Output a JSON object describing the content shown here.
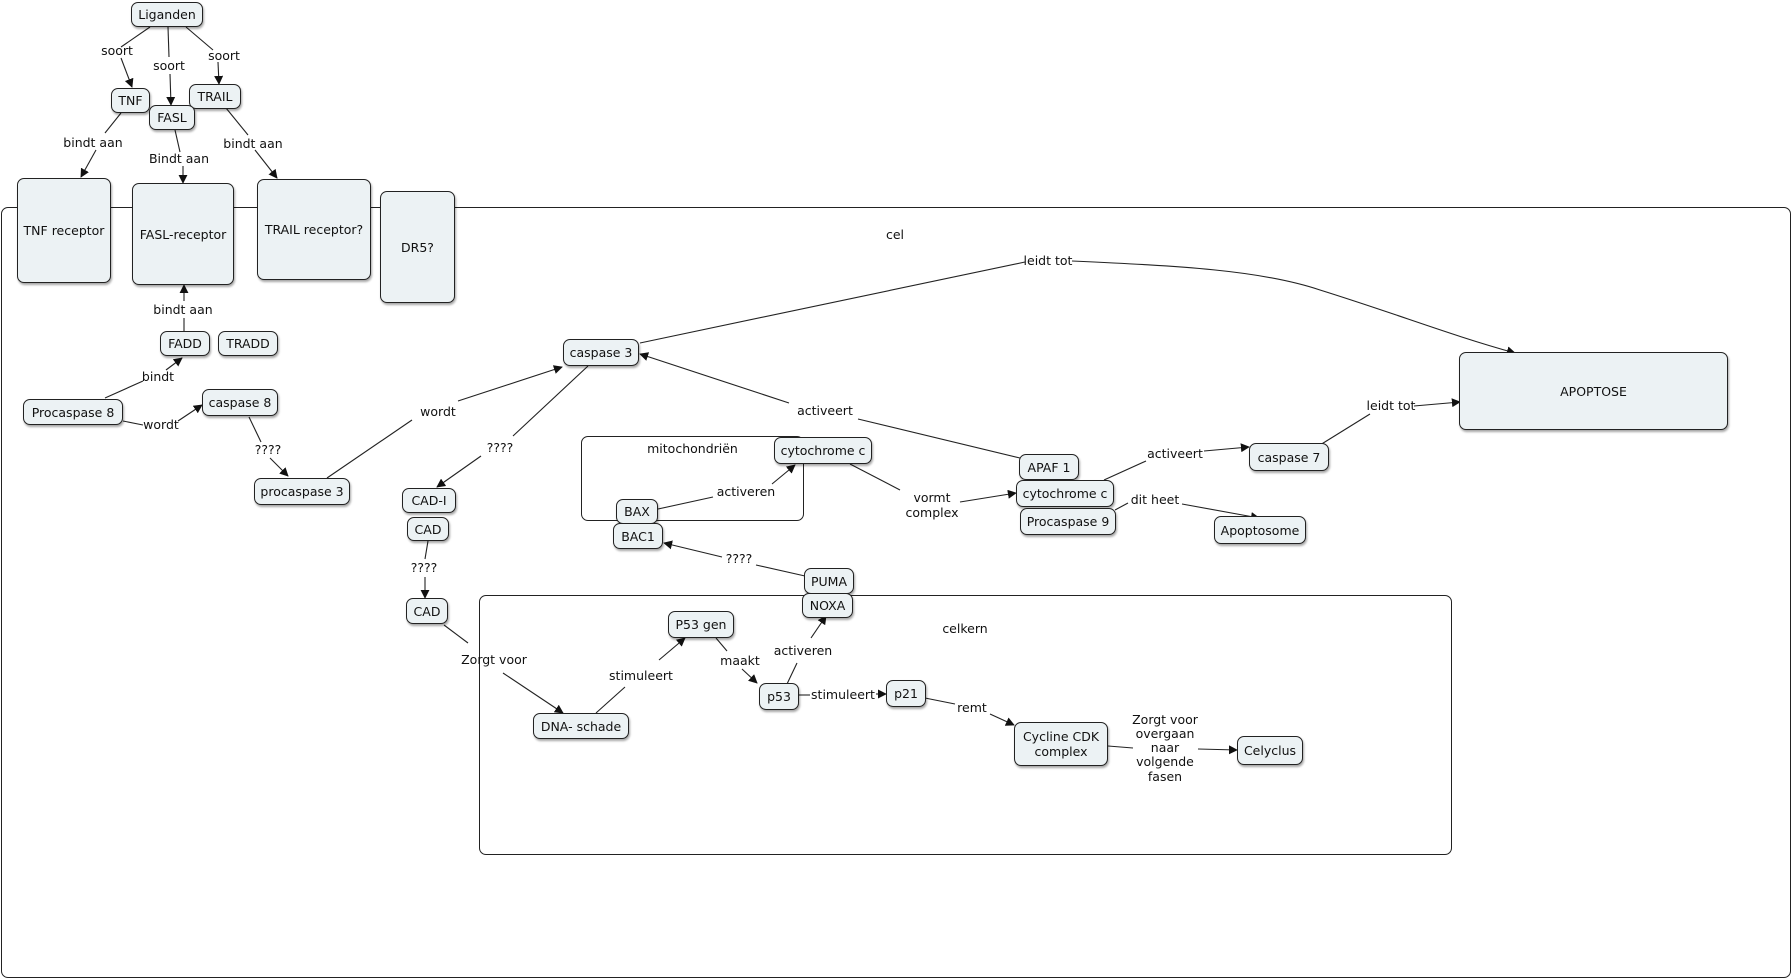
{
  "containers": {
    "cel": "cel",
    "mitochondrien": "mitochondriën",
    "celkern": "celkern"
  },
  "nodes": {
    "liganden": "Liganden",
    "tnf": "TNF",
    "fasl": "FASL",
    "trail": "TRAIL",
    "tnf_receptor": "TNF receptor",
    "fasl_receptor": "FASL-receptor",
    "trail_receptor": "TRAIL receptor?",
    "dr5": "DR5?",
    "fadd": "FADD",
    "tradd": "TRADD",
    "procaspase8": "Procaspase 8",
    "caspase8": "caspase 8",
    "procaspase3": "procaspase 3",
    "caspase3": "caspase 3",
    "cad_i": "CAD-I",
    "cad1": "CAD",
    "cad2": "CAD",
    "bax": "BAX",
    "bac1": "BAC1",
    "cytochrome_c_mito": "cytochrome c",
    "apaf1": "APAF 1",
    "cytochrome_c": "cytochrome c",
    "procaspase9": "Procaspase 9",
    "caspase7": "caspase 7",
    "apoptosome": "Apoptosome",
    "apoptose": "APOPTOSE",
    "puma": "PUMA",
    "noxa": "NOXA",
    "p53gen": "P53 gen",
    "p53": "p53",
    "p21": "p21",
    "dna_schade": "DNA- schade",
    "cycline": "Cycline CDK complex",
    "celyclus": "Celyclus"
  },
  "links": {
    "soort1": "soort",
    "soort2": "soort",
    "soort3": "soort",
    "bindt_aan_tnf": "bindt aan",
    "bindt_aan_fasl": "Bindt aan",
    "bindt_aan_trail": "bindt aan",
    "bindt_aan_fadd": "bindt aan",
    "bindt": "bindt",
    "wordt1": "wordt",
    "q_casp8": "????",
    "wordt2": "wordt",
    "q_cadi": "????",
    "q_cad": "????",
    "leidt_tot1": "leidt tot",
    "activeert1": "activeert",
    "activeren1": "activeren",
    "vormt_complex_1": "vormt",
    "vormt_complex_2": "complex",
    "activeert2": "activeert",
    "leidt_tot2": "leidt tot",
    "dit_heet": "dit heet",
    "q_bac1": "????",
    "zorgt_voor": "Zorgt voor",
    "stimuleert1": "stimuleert",
    "maakt": "maakt",
    "activeren2": "activeren",
    "stimuleert2": "stimuleert",
    "remt": "remt",
    "zorgt_fasen_1": "Zorgt voor",
    "zorgt_fasen_2": "overgaan",
    "zorgt_fasen_3": "naar",
    "zorgt_fasen_4": "volgende",
    "zorgt_fasen_5": "fasen"
  },
  "colors": {
    "node_fill": "#ecf2f4",
    "stroke": "#222222"
  }
}
